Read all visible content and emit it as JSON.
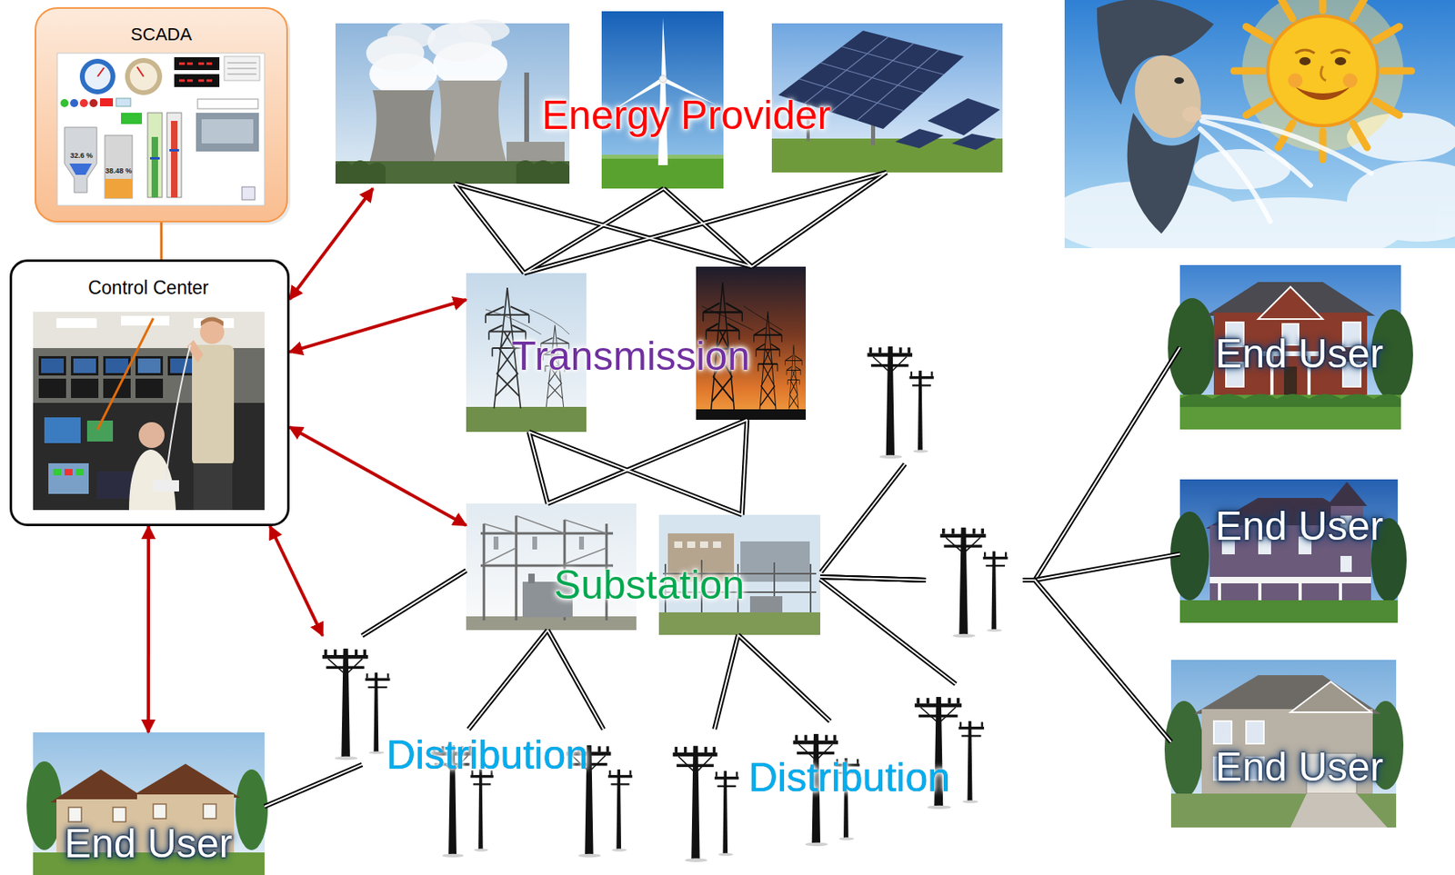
{
  "diagram": {
    "nodes": [
      {
        "text": [
          "SCADA"
        ]
      },
      {
        "text": [
          "Control Center"
        ]
      },
      {
        "text": [
          "Energy Provider"
        ]
      },
      {
        "text": [
          "Transmission"
        ]
      },
      {
        "text": [
          "Substation"
        ]
      },
      {
        "text": [
          "Distribution"
        ]
      },
      {
        "text": [
          "Distribution"
        ]
      },
      {
        "text": [
          "End User"
        ]
      },
      {
        "text": [
          "End User"
        ]
      },
      {
        "text": [
          "End User"
        ]
      },
      {
        "text": [
          "End User"
        ]
      }
    ],
    "edges": [
      {
        "from": 0,
        "to": 1,
        "arrow": "none"
      },
      {
        "from": 1,
        "to": 2,
        "arrow": "both"
      },
      {
        "from": 1,
        "to": 3,
        "arrow": "both"
      },
      {
        "from": 1,
        "to": 4,
        "arrow": "both"
      },
      {
        "from": 1,
        "to": 5,
        "arrow": "both"
      },
      {
        "from": 1,
        "to": 10,
        "arrow": "both"
      },
      {
        "from": 2,
        "to": 3,
        "arrow": "none"
      },
      {
        "from": 3,
        "to": 4,
        "arrow": "none"
      },
      {
        "from": 4,
        "to": 5,
        "arrow": "none"
      },
      {
        "from": 4,
        "to": 6,
        "arrow": "none"
      },
      {
        "from": 4,
        "to": 7,
        "arrow": "none"
      },
      {
        "from": 4,
        "to": 8,
        "arrow": "none"
      },
      {
        "from": 4,
        "to": 9,
        "arrow": "none"
      },
      {
        "from": 5,
        "to": 10,
        "arrow": "none"
      }
    ],
    "labels": [
      "32.6 %",
      "38.48 %"
    ]
  }
}
